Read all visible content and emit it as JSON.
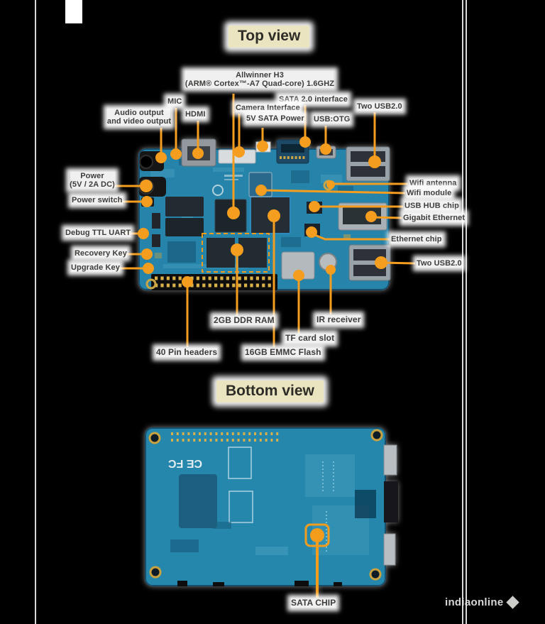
{
  "colors": {
    "accent": "#F49D1E",
    "pcb": "#2583A9",
    "title_bg": "#EBE4C0",
    "background": "#000000"
  },
  "watermark": {
    "text": "indiaonline",
    "icon": "diamond-logo"
  },
  "top_view": {
    "title": "Top view",
    "labels": {
      "allwinner_line1": "Allwinner H3",
      "allwinner_line2": "(ARM® Cortex™-A7 Quad-core)  1.6GHZ",
      "sata_interface": "SATA 2.0 interface",
      "camera_interface": "Camera Interface",
      "sata_power": "5V SATA Power",
      "usb_otg": "USB:OTG",
      "two_usb_top": "Two USB2.0",
      "mic": "MIC",
      "hdmi": "HDMI",
      "audio_line1": "Audio output",
      "audio_line2": "and video output",
      "power_line1": "Power",
      "power_line2": "(5V / 2A DC)",
      "power_switch": "Power switch",
      "debug_uart": "Debug TTL UART",
      "recovery_key": "Recovery Key",
      "upgrade_key": "Upgrade Key",
      "wifi_antenna": "Wifi antenna",
      "wifi_module": "Wifi module",
      "usb_hub_chip": "USB HUB chip",
      "gigabit_ethernet": "Gigabit Ethernet",
      "ethernet_chip": "Ethernet chip",
      "two_usb_right": "Two USB2.0",
      "ddr_ram": "2GB DDR RAM",
      "pin_headers": "40 Pin headers",
      "emmc_flash": "16GB EMMC Flash",
      "tf_card": "TF card slot",
      "ir_receiver": "IR receiver"
    }
  },
  "bottom_view": {
    "title": "Bottom view",
    "labels": {
      "sata_chip": "SATA CHIP"
    },
    "markings": {
      "ce_fc": "CE FC"
    }
  }
}
